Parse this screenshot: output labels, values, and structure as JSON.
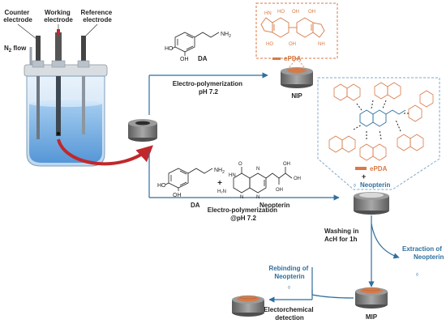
{
  "labels": {
    "counter_electrode_1": "Counter",
    "counter_electrode_2": "electrode",
    "working_electrode_1": "Working",
    "working_electrode_2": "electrode",
    "reference_electrode_1": "Reference",
    "reference_electrode_2": "electrode",
    "n2_flow_prefix": "N",
    "n2_flow_sub": "2",
    "n2_flow_suffix": " flow",
    "da_top": "DA",
    "nh2_top": "NH",
    "nh2_sub": "2",
    "ho_1": "HO",
    "oh_1": "OH",
    "electropoly_top_1": "Electro-polymerization",
    "electropoly_top_2": "pH 7.2",
    "nip": "NIP",
    "epda_top": "ePDA",
    "epda_right": "ePDA",
    "plus_right": "+",
    "neopterin_right": "Neopterin",
    "da_bottom": "DA",
    "plus_mid": "+",
    "neopterin_mid": "Neopterin",
    "electropoly_bottom_1": "Electro-polymerization",
    "electropoly_bottom_2": "@pH 7.2",
    "washing_1": "Washing in",
    "washing_2": "AcH for 1h",
    "extraction_1": "Extraction of",
    "extraction_2": "Neopterin",
    "rebinding_1": "Rebinding of",
    "rebinding_2": "Neopterin",
    "electrochem_1": "Electorchemical",
    "electrochem_2": "detection",
    "mip": "MIP"
  },
  "colors": {
    "polymer": "#d77a47",
    "analyte": "#2e6f9e",
    "arrow": "#2e6f9e",
    "accent_red": "#c0282b",
    "electrode_grey": "#7a7a7a"
  }
}
